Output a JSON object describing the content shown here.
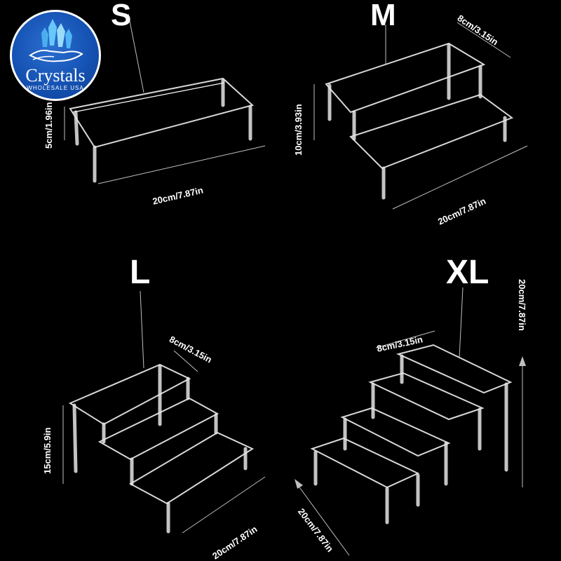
{
  "brand": {
    "name": "Crystals",
    "subtitle": "WHOLESALE USA",
    "colors": {
      "primary": "#1552b3",
      "crystal": "#6fd3ff"
    }
  },
  "sizes": [
    {
      "label": "S",
      "dims": [
        "5cm/1.96in",
        "20cm/7.87in"
      ]
    },
    {
      "label": "M",
      "dims": [
        "8cm/3.15in",
        "10cm/3.93in",
        "20cm/7.87in"
      ]
    },
    {
      "label": "L",
      "dims": [
        "8cm/3.15in",
        "15cm/5.9in",
        "20cm/7.87in"
      ]
    },
    {
      "label": "XL",
      "dims": [
        "8cm/3.15in",
        "20cm/7.87in",
        "20cm/7.87in"
      ]
    }
  ]
}
